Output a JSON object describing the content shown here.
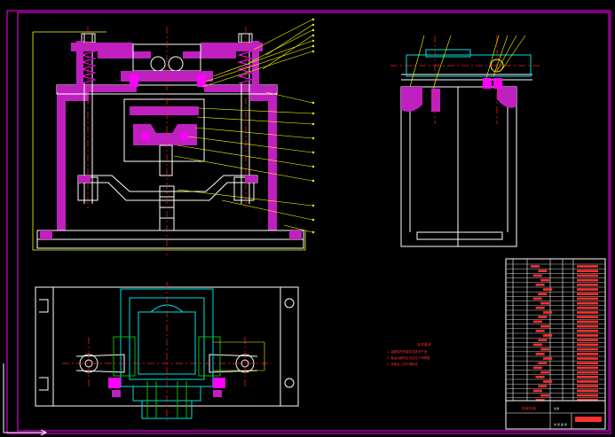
{
  "palette": {
    "background": "#000000",
    "frame": "#ff00ff",
    "outline": "#ffffff",
    "section": "#c020c0",
    "leader": "#ffff00",
    "centerline": "#ff2020",
    "cyan": "#00e0e0",
    "green": "#00c000",
    "notes": "#ff3030"
  },
  "notes": {
    "heading": "技术要求",
    "lines": [
      "1. 装配前所有零件应清洗干净",
      "2. 各运动部件应灵活无卡滞现象",
      "3. 夹紧后工件不得松动"
    ]
  },
  "title_block": {
    "drawing_name": "钻床夹具",
    "scale_label": "比例",
    "sheet_label": "共 张 第 张"
  },
  "ucs_icon": "ucs-axis-icon"
}
